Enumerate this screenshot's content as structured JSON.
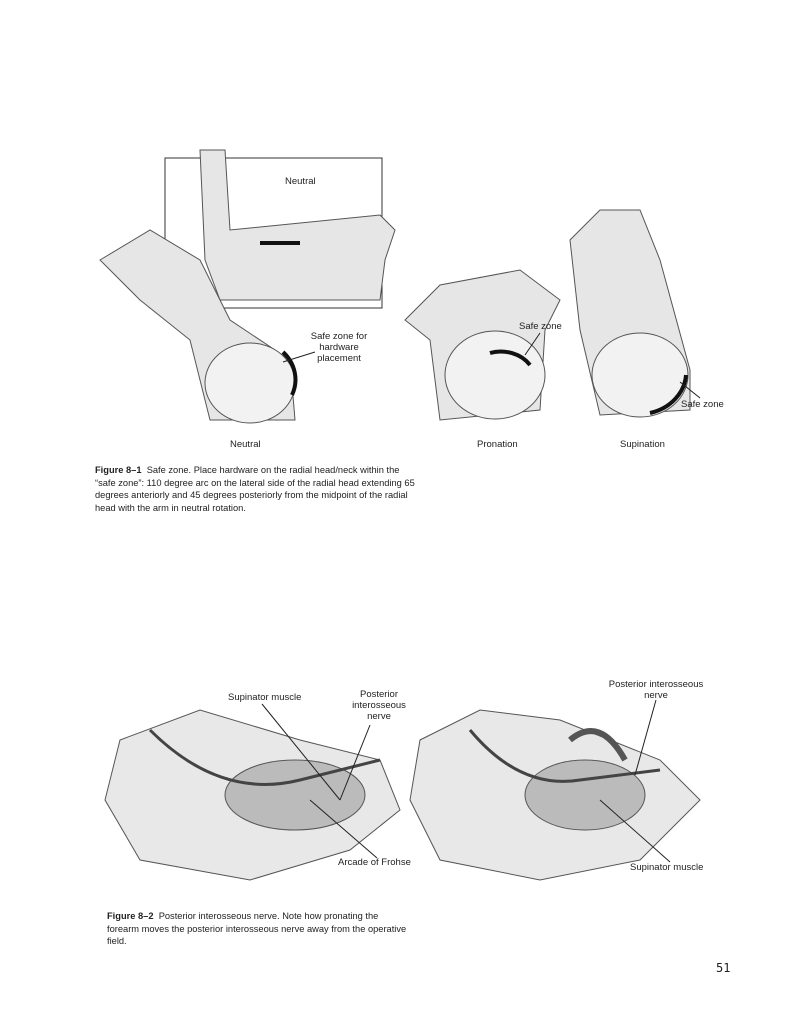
{
  "figure1": {
    "labels": {
      "inset_neutral": "Neutral",
      "safe_zone_hardware": "Safe zone for hardware placement",
      "safe_zone_pronation": "Safe zone",
      "safe_zone_supination": "Safe zone",
      "neutral": "Neutral",
      "pronation": "Pronation",
      "supination": "Supination"
    },
    "caption_label": "Figure 8–1",
    "caption_text": "Safe zone. Place hardware on the radial head/neck within the “safe zone”: 110 degree arc on the lateral side of the radial head extending 65 degrees anteriorly and 45 degrees posteriorly from the midpoint of the radial head with the arm in neutral rotation."
  },
  "figure2": {
    "labels": {
      "supinator_left": "Supinator muscle",
      "pin_left": "Posterior interosseous nerve",
      "arcade": "Arcade of Frohse",
      "pin_right": "Posterior interosseous nerve",
      "supinator_right": "Supinator muscle"
    },
    "caption_label": "Figure 8–2",
    "caption_text": "Posterior interosseous nerve. Note how pronating the forearm moves the posterior interosseous nerve away from the operative field."
  },
  "page_number": "51"
}
